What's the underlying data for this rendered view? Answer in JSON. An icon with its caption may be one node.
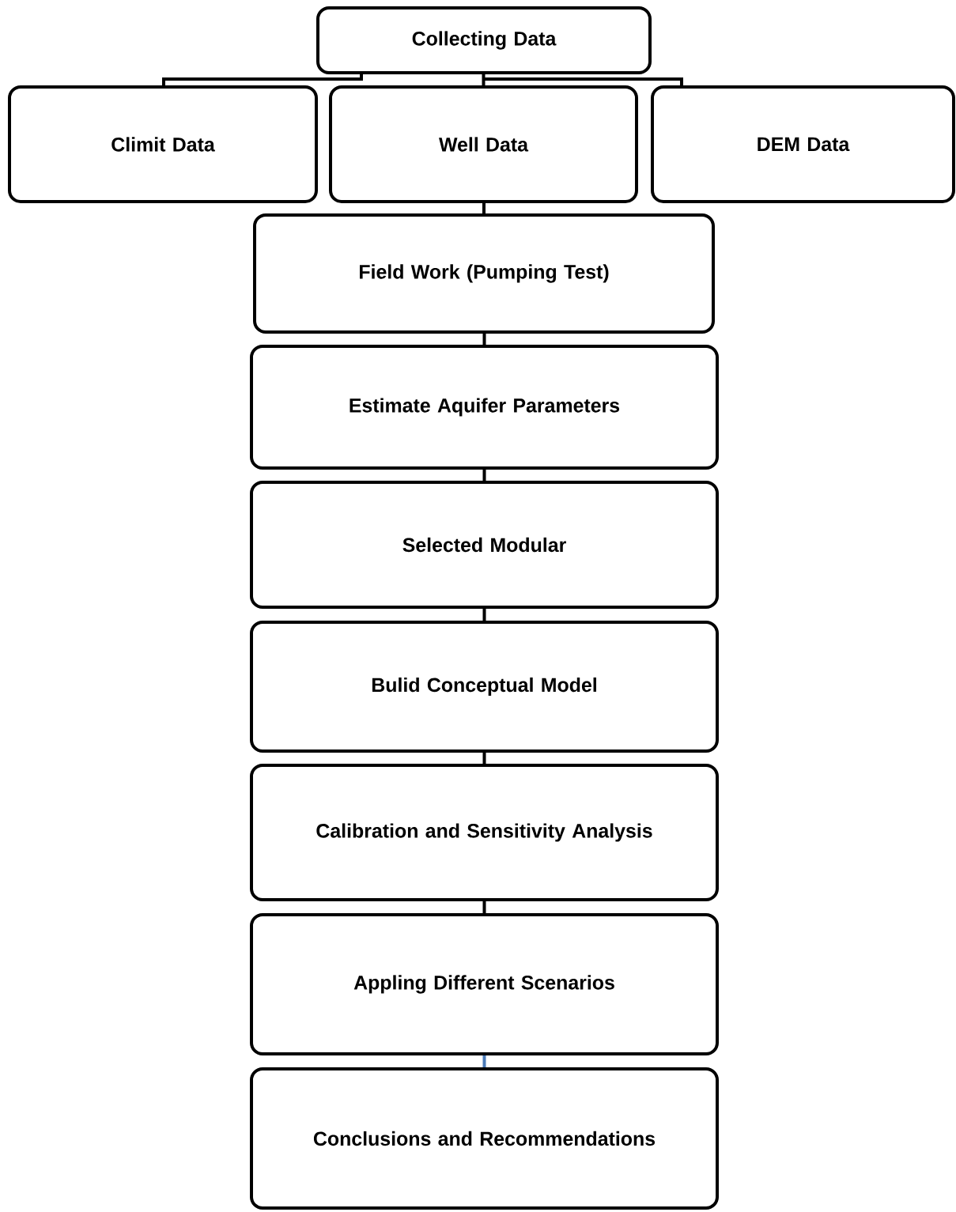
{
  "diagram": {
    "nodes": [
      {
        "text": [
          "Collecting Data"
        ]
      },
      {
        "text": [
          "Climit Data"
        ]
      },
      {
        "text": [
          "Well Data"
        ]
      },
      {
        "text": [
          "DEM Data"
        ]
      },
      {
        "text": [
          "Field Work (Pumping Test)"
        ]
      },
      {
        "text": [
          "Estimate Aquifer Parameters"
        ]
      },
      {
        "text": [
          "Selected Modular"
        ]
      },
      {
        "text": [
          "Bulid Conceptual Model"
        ]
      },
      {
        "text": [
          "Calibration and Sensitivity Analysis"
        ]
      },
      {
        "text": [
          "Appling Different Scenarios"
        ]
      },
      {
        "text": [
          "Conclusions and Recommendations"
        ]
      }
    ],
    "edges": [
      {
        "from": 0,
        "to": 1,
        "arrow": "none"
      },
      {
        "from": 0,
        "to": 2,
        "arrow": "none"
      },
      {
        "from": 0,
        "to": 3,
        "arrow": "none"
      },
      {
        "from": 2,
        "to": 4,
        "arrow": "none"
      },
      {
        "from": 4,
        "to": 5,
        "arrow": "none"
      },
      {
        "from": 5,
        "to": 6,
        "arrow": "none"
      },
      {
        "from": 6,
        "to": 7,
        "arrow": "none"
      },
      {
        "from": 7,
        "to": 8,
        "arrow": "none"
      },
      {
        "from": 8,
        "to": 9,
        "arrow": "none"
      },
      {
        "from": 9,
        "to": 10,
        "arrow": "none",
        "color": "#4a7ab8"
      }
    ]
  }
}
